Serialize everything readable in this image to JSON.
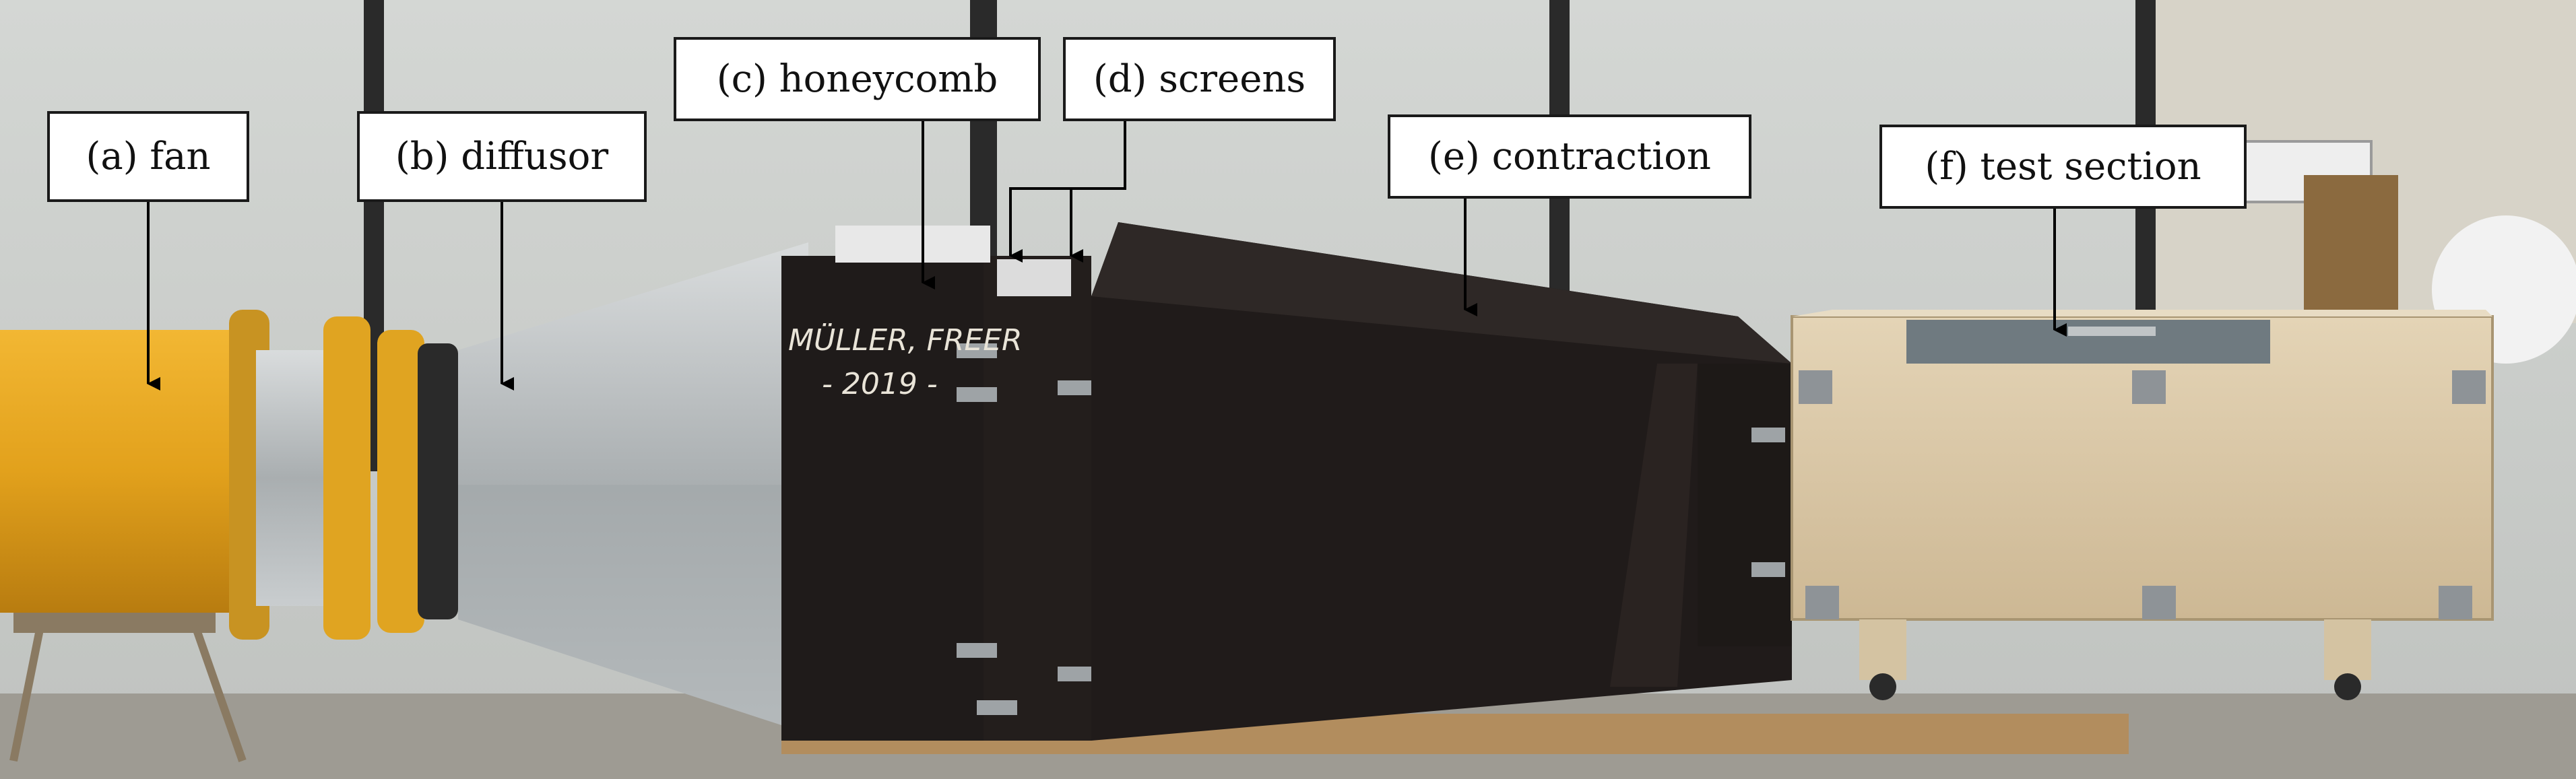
{
  "labels": {
    "fan": "(a) fan",
    "diffusor": "(b) diffusor",
    "honeycomb": "(c) honeycomb",
    "screens": "(d) screens",
    "contraction": "(e) contraction",
    "test_section": "(f) test section"
  },
  "inscription": {
    "line1": "MÜLLER, FREER",
    "line2": "- 2019 -"
  },
  "colors": {
    "fan_yellow": "#e6a51e",
    "wood_black": "#1d1a19",
    "plywood": "#d9c7a6",
    "wall": "#c8cbc8",
    "galvanized": "#b9bec0"
  }
}
